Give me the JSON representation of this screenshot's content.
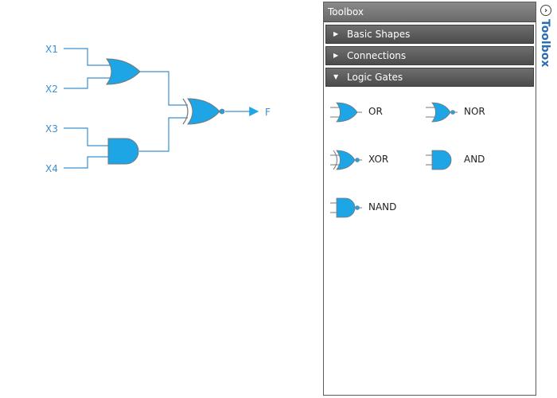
{
  "diagram": {
    "inputs": [
      "X1",
      "X2",
      "X3",
      "X4"
    ],
    "output": "F"
  },
  "toolbox": {
    "title": "Toolbox",
    "tab_label": "Toolbox",
    "groups": [
      {
        "label": "Basic Shapes",
        "expanded": false
      },
      {
        "label": "Connections",
        "expanded": false
      },
      {
        "label": "Logic Gates",
        "expanded": true
      }
    ],
    "gates": [
      {
        "label": "OR",
        "icon": "or-gate-icon"
      },
      {
        "label": "NOR",
        "icon": "nor-gate-icon"
      },
      {
        "label": "XOR",
        "icon": "xor-gate-icon"
      },
      {
        "label": "AND",
        "icon": "and-gate-icon"
      },
      {
        "label": "NAND",
        "icon": "nand-gate-icon"
      }
    ]
  },
  "colors": {
    "gate_fill": "#1ea5e6",
    "wire": "#3a8fd0"
  }
}
